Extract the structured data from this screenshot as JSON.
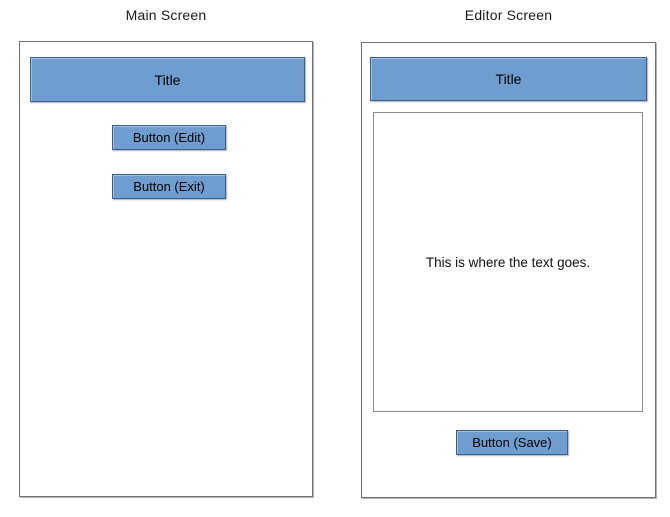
{
  "colors": {
    "fill_blue": "#6f9dcf",
    "border_blue": "#3a618c",
    "panel_border": "#737373",
    "inner_border": "#8c8c8c",
    "text": "#000000",
    "background": "#ffffff"
  },
  "main_screen": {
    "heading": "Main Screen",
    "title_bar": "Title",
    "buttons": [
      {
        "label": "Button (Edit)"
      },
      {
        "label": "Button (Exit)"
      }
    ]
  },
  "editor_screen": {
    "heading": "Editor Screen",
    "title_bar": "Title",
    "text_area": "This is where the text goes.",
    "buttons": [
      {
        "label": "Button (Save)"
      }
    ]
  }
}
